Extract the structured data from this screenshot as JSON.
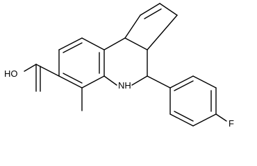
{
  "molecule": {
    "atoms": {
      "hydroxyl": "HO",
      "amine": "NH",
      "fluorine": "F"
    },
    "colors": {
      "background": "#ffffff",
      "bonds": "#000000",
      "labels": "#000000"
    }
  }
}
